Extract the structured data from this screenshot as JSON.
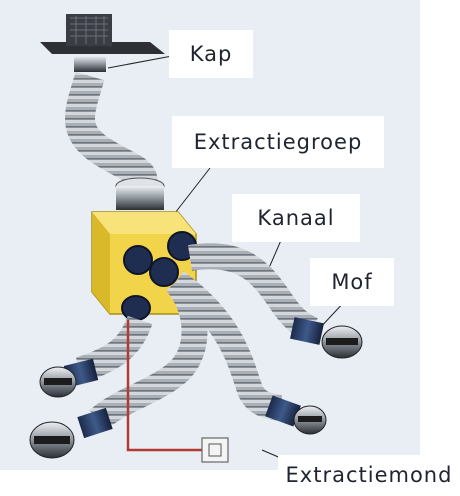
{
  "labels": {
    "kap": "Kap",
    "extractiegroep": "Extractiegroep",
    "kanaal": "Kanaal",
    "mof": "Mof",
    "extractiemond": "Extractiemond"
  },
  "colors": {
    "background": "#e9eef4",
    "duct": "#a9afb6",
    "group_body": "#f2d44a",
    "pipe_end": "#2c3e66",
    "wire": "#b23a34"
  }
}
